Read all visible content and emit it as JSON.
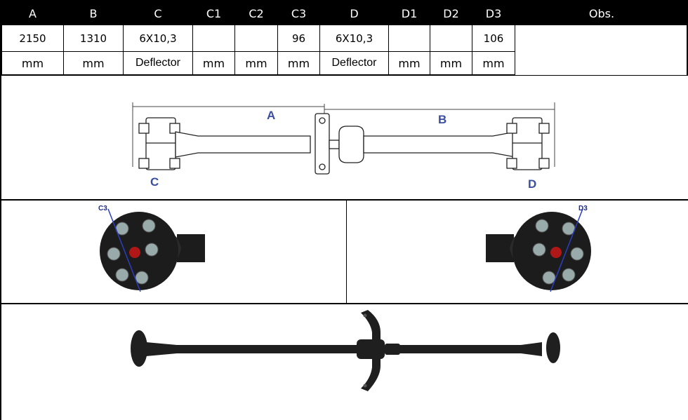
{
  "table": {
    "headers": [
      "A",
      "B",
      "C",
      "C1",
      "C2",
      "C3",
      "D",
      "D1",
      "D2",
      "D3",
      "Obs."
    ],
    "values": [
      "2150",
      "1310",
      "6X10,3",
      "",
      "",
      "96",
      "6X10,3",
      "",
      "",
      "106"
    ],
    "units": [
      "mm",
      "mm",
      "Deflector",
      "mm",
      "mm",
      "mm",
      "Deflector",
      "mm",
      "mm",
      "mm"
    ]
  },
  "diagram": {
    "label_a": "A",
    "label_b": "B",
    "label_c": "C",
    "label_d": "D"
  },
  "flanges": {
    "left_label": "C3",
    "right_label": "D3"
  },
  "colors": {
    "header_bg": "#000000",
    "dimension_label": "#3b4ea0",
    "shaft_dark": "#1c1c1c"
  }
}
